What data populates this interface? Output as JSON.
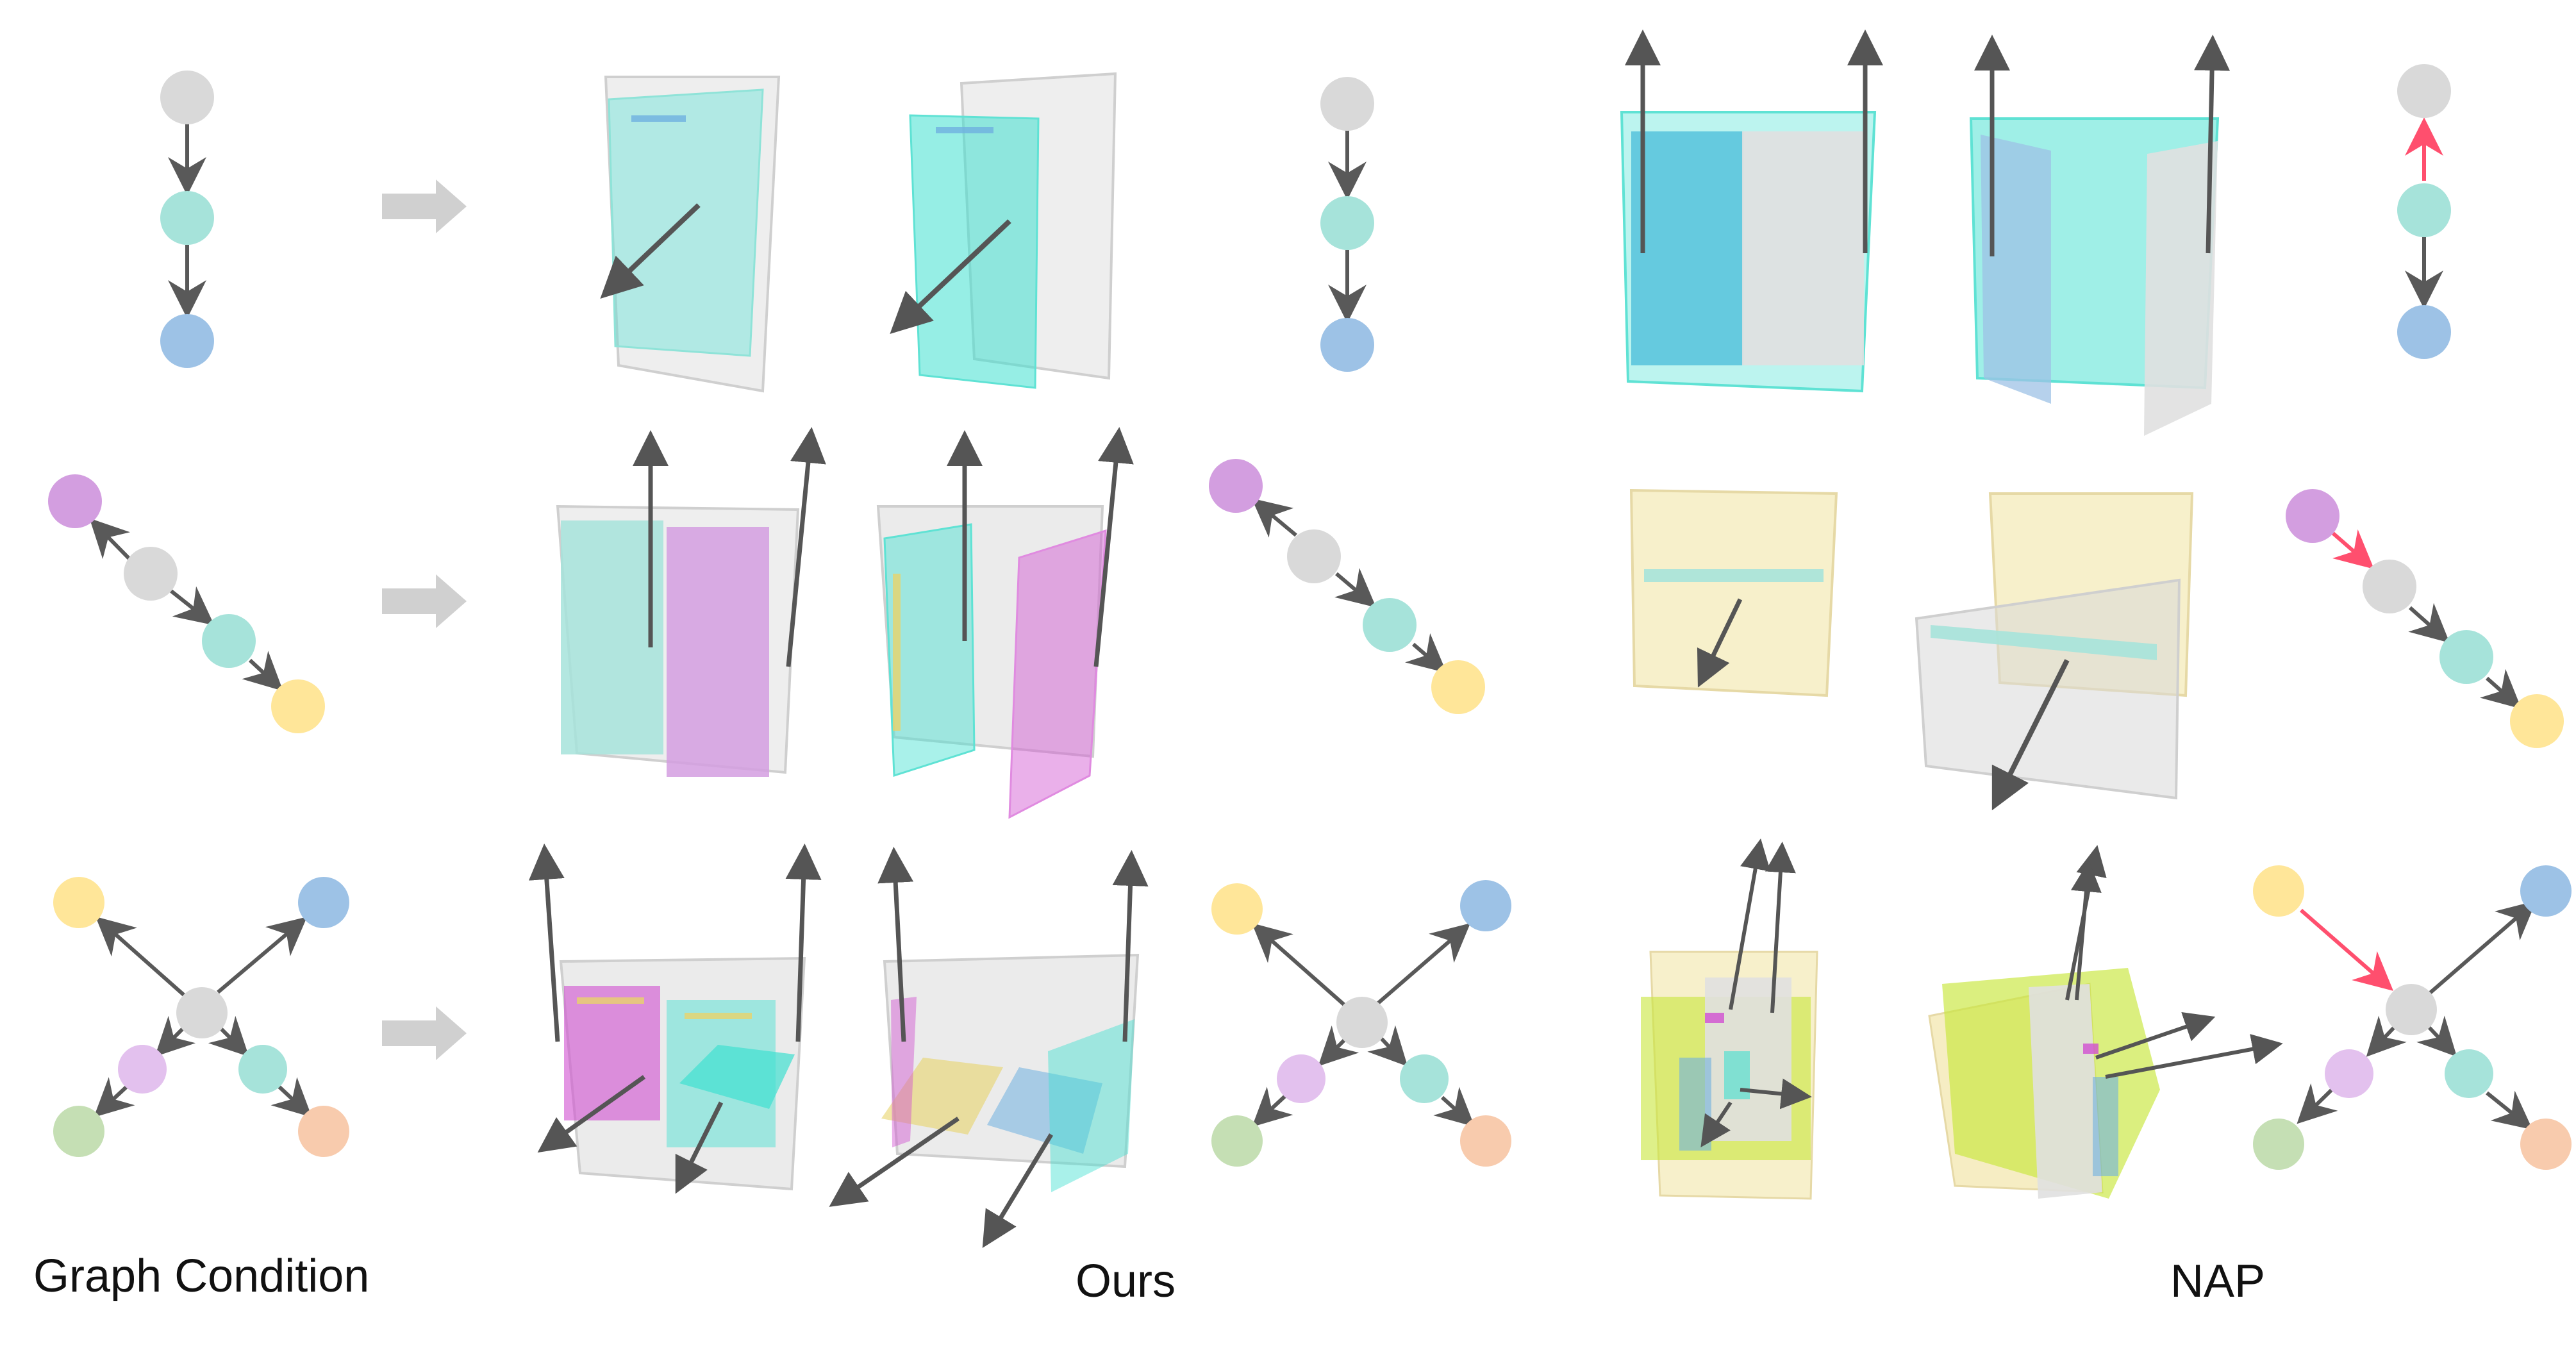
{
  "figure": {
    "captions": {
      "graph_condition": "Graph Condition",
      "ours": "Ours",
      "nap": "NAP"
    }
  },
  "colors": {
    "background": "#ffffff",
    "node_gray": "#d9d9d9",
    "node_teal": "#a6e3da",
    "node_blue": "#9dc2e6",
    "node_pink": "#d39ee0",
    "node_yellow": "#ffe699",
    "node_lavender": "#e3c1ee",
    "node_green": "#c5dfb4",
    "node_orange": "#f8cbad",
    "edge": "#595959",
    "edge_wrong": "#ff4f6e",
    "transition_arrow": "#d0d0d0",
    "part_teal": "#40e0d0",
    "part_pink": "#d14fd1",
    "part_yellow": "#e8d36a",
    "part_blue": "#6fb0e0",
    "part_lime": "#c8e63a",
    "part_gray": "#bdbdbd",
    "joint_axis": "#555555"
  },
  "icons": {
    "transition": "right-arrow-icon"
  }
}
